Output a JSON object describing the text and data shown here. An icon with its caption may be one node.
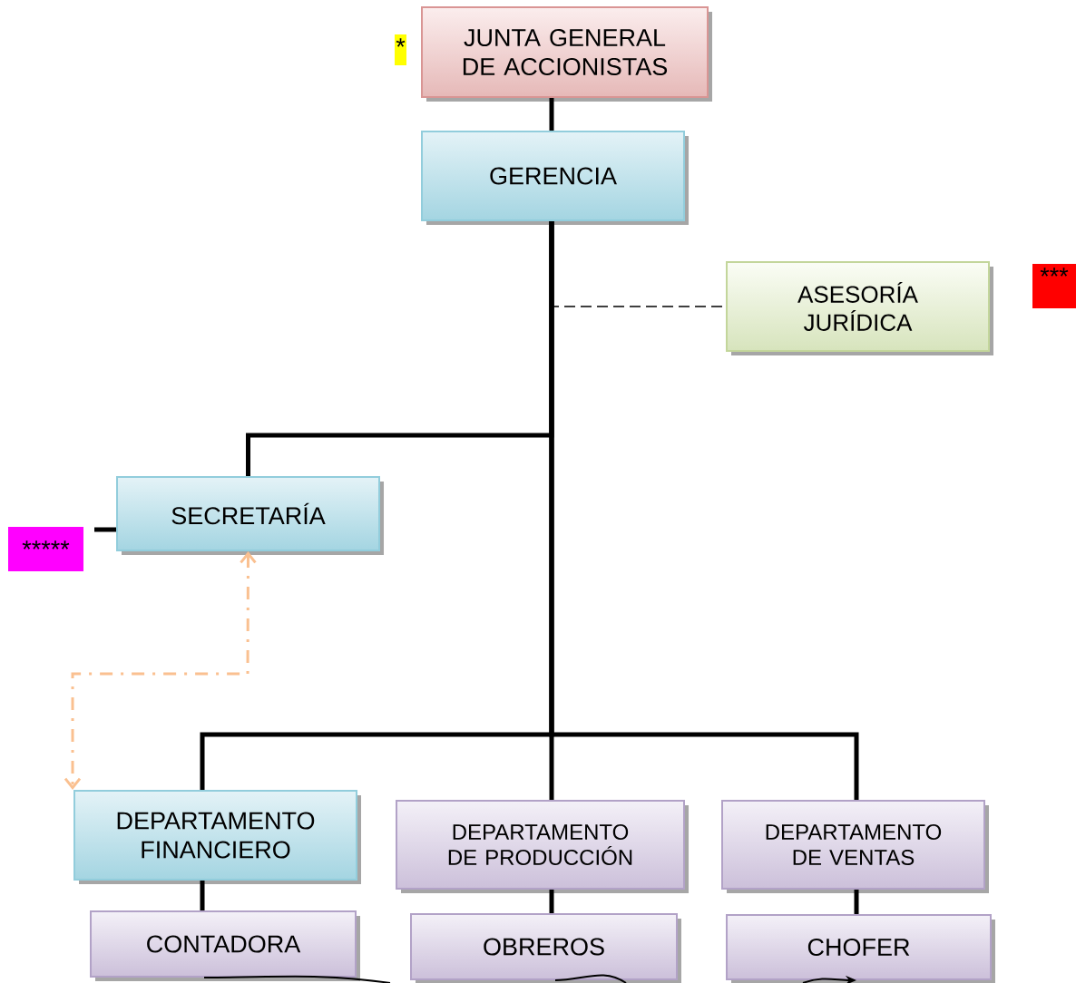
{
  "diagram": {
    "nodes": [
      {
        "text": [
          "JUNTA GENERAL DE ACCIONISTAS"
        ]
      },
      {
        "text": [
          "GERENCIA"
        ]
      },
      {
        "text": [
          "ASESORÍA JURÍDICA"
        ]
      },
      {
        "text": [
          "SECRETARÍA"
        ]
      },
      {
        "text": [
          "*****"
        ]
      },
      {
        "text": [
          "DEPARTAMENTO FINANCIERO"
        ]
      },
      {
        "text": [
          "DEPARTAMENTO DE PRODUCCIÓN"
        ]
      },
      {
        "text": [
          "DEPARTAMENTO DE VENTAS"
        ]
      },
      {
        "text": [
          "CONTADORA"
        ]
      },
      {
        "text": [
          "OBREROS"
        ]
      },
      {
        "text": [
          "CHOFER"
        ]
      }
    ],
    "edges": [
      {
        "from": 0,
        "to": 1,
        "arrow": "none"
      },
      {
        "from": 1,
        "to": 2,
        "arrow": "none",
        "style": "dashed"
      },
      {
        "from": 1,
        "to": 3,
        "arrow": "none"
      },
      {
        "from": 3,
        "to": 4,
        "arrow": "none"
      },
      {
        "from": 3,
        "to": 5,
        "arrow": "both",
        "style": "dashed",
        "color": "#fac090"
      },
      {
        "from": 1,
        "to": 5,
        "arrow": "none"
      },
      {
        "from": 1,
        "to": 6,
        "arrow": "none"
      },
      {
        "from": 1,
        "to": 7,
        "arrow": "none"
      },
      {
        "from": 5,
        "to": 8,
        "arrow": "none"
      },
      {
        "from": 6,
        "to": 9,
        "arrow": "none"
      },
      {
        "from": 7,
        "to": 10,
        "arrow": "none"
      },
      {
        "from": 8,
        "to": null,
        "arrow": "none"
      },
      {
        "from": 9,
        "to": null,
        "arrow": "none"
      },
      {
        "from": null,
        "to": 10,
        "arrow": "to"
      }
    ],
    "labels": [
      "*",
      "***"
    ]
  }
}
